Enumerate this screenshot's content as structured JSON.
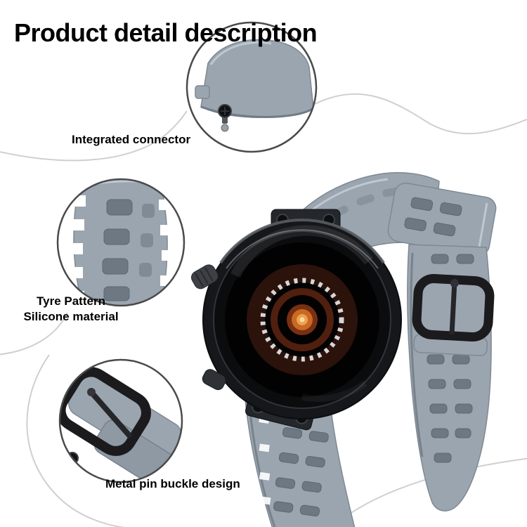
{
  "title": "Product detail description",
  "callouts": {
    "connector": {
      "label": "Integrated connector"
    },
    "pattern": {
      "line1": "Tyre Pattern",
      "line2": "Silicone material"
    },
    "buckle": {
      "label": "Metal pin buckle design"
    }
  },
  "icons": {
    "callout_connector": "magnified-connector-detail",
    "callout_pattern": "magnified-tyre-pattern-detail",
    "callout_buckle": "magnified-buckle-detail"
  },
  "colors": {
    "strap": "#9aa5af",
    "strap-shadow": "#7e8993",
    "strap-highlight": "#bfc8d0",
    "slot": "#6d7883",
    "case-dark": "#16171a",
    "dial-orange": "#cf6f26",
    "buckle-black": "#1b1b1e",
    "callout-stroke": "#4a4a4a",
    "decorative-line": "#cfcfcf",
    "text": "#000000"
  }
}
